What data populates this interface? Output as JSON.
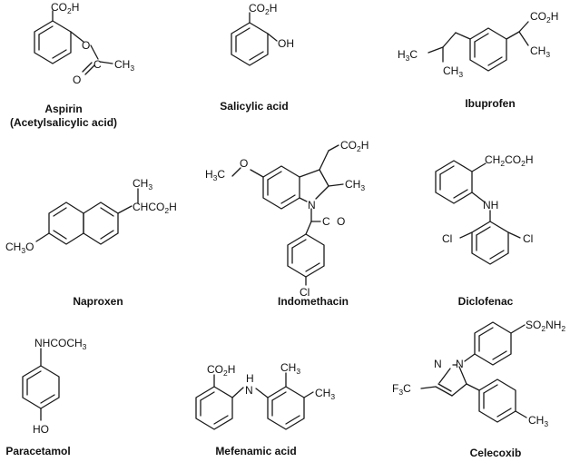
{
  "compounds": [
    {
      "name": "Aspirin",
      "alt_name": "(Acetylsalicylic acid)",
      "labels": [
        "CO2H",
        "O",
        "C",
        "CH3",
        "O"
      ]
    },
    {
      "name": "Salicylic acid",
      "labels": [
        "CO2H",
        "OH"
      ]
    },
    {
      "name": "Ibuprofen",
      "labels": [
        "CO2H",
        "H3C",
        "CH3",
        "CH3"
      ]
    },
    {
      "name": "Naproxen",
      "labels": [
        "CH3",
        "CHCO2H",
        "CH3O"
      ]
    },
    {
      "name": "Indomethacin",
      "labels": [
        "CO2H",
        "H3C",
        "O",
        "N",
        "CH3",
        "C",
        "O",
        "Cl"
      ]
    },
    {
      "name": "Diclofenac",
      "labels": [
        "CH2CO2H",
        "NH",
        "Cl",
        "Cl"
      ]
    },
    {
      "name": "Paracetamol",
      "labels": [
        "NHCOCH3",
        "HO"
      ]
    },
    {
      "name": "Mefenamic acid",
      "labels": [
        "CO2H",
        "H",
        "N",
        "CH3",
        "CH3"
      ]
    },
    {
      "name": "Celecoxib",
      "labels": [
        "SO2NH2",
        "N",
        "N",
        "F3C",
        "CH3"
      ]
    }
  ]
}
